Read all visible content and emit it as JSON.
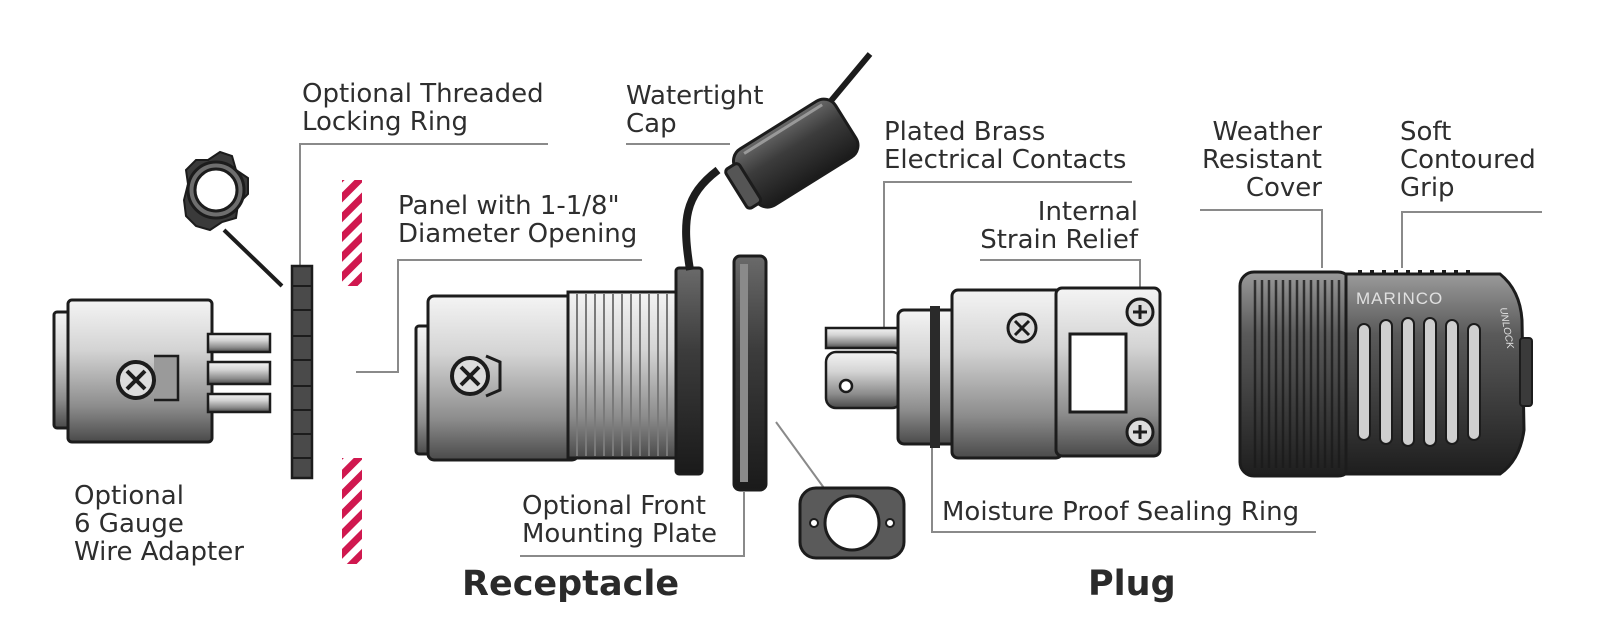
{
  "labels": {
    "locking_ring": [
      "Optional Threaded",
      "Locking Ring"
    ],
    "watertight_cap": [
      "Watertight",
      "Cap"
    ],
    "panel": [
      "Panel with 1-1/8\"",
      "Diameter Opening"
    ],
    "contacts": [
      "Plated Brass",
      "Electrical Contacts"
    ],
    "strain_relief": [
      "Internal",
      "Strain Relief"
    ],
    "weather_cover": [
      "Weather",
      "Resistant",
      "Cover"
    ],
    "grip": [
      "Soft",
      "Contoured",
      "Grip"
    ],
    "wire_adapter": [
      "Optional",
      "6 Gauge",
      "Wire Adapter"
    ],
    "front_plate": [
      "Optional Front",
      "Mounting Plate"
    ],
    "sealing_ring": "Moisture Proof Sealing Ring"
  },
  "headings": {
    "receptacle": "Receptacle",
    "plug": "Plug"
  },
  "plug_markings": {
    "brand": "MARINCO",
    "unlock": "UNLOCK"
  },
  "colors": {
    "panel_stripe": "#d0184f",
    "metal": "#cfcfcf",
    "dark_metal": "#3a3a3a",
    "leader": "#8a8a8a"
  }
}
